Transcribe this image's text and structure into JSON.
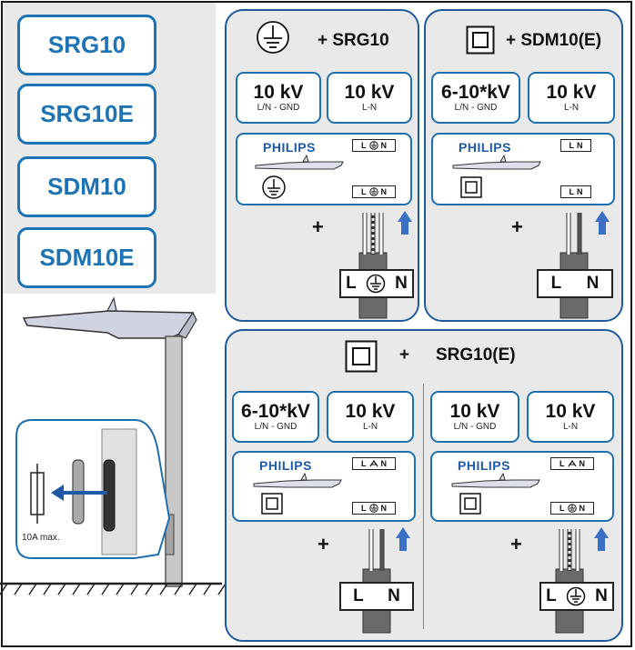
{
  "models": [
    "SRG10",
    "SRG10E",
    "SDM10",
    "SDM10E"
  ],
  "fuse_label": "10A max.",
  "panel_srg10": {
    "title": "+ SRG10",
    "box1": {
      "kv": "10 kV",
      "sub": "L/N - GND"
    },
    "box2": {
      "kv": "10 kV",
      "sub": "L-N"
    },
    "brand": "PHILIPS",
    "label_top": [
      "L",
      "N"
    ],
    "label_bottom": [
      "L",
      "N"
    ],
    "plus": "+",
    "connector": [
      "L",
      "N"
    ]
  },
  "panel_sdm10": {
    "title": "+ SDM10(E)",
    "box1": {
      "kv": "6-10*kV",
      "sub": "L/N - GND"
    },
    "box2": {
      "kv": "10 kV",
      "sub": "L-N"
    },
    "brand": "PHILIPS",
    "label_top": [
      "L",
      "N"
    ],
    "label_bottom": [
      "L",
      "N"
    ],
    "plus": "+",
    "connector": [
      "L",
      "N"
    ]
  },
  "panel_srg10e": {
    "plus_sign": "+",
    "title": "SRG10(E)",
    "left": {
      "box1": {
        "kv": "6-10*kV",
        "sub": "L/N - GND"
      },
      "box2": {
        "kv": "10 kV",
        "sub": "L-N"
      },
      "brand": "PHILIPS",
      "label_top": [
        "L",
        "N"
      ],
      "label_bottom": [
        "L",
        "N"
      ],
      "plus": "+",
      "connector": [
        "L",
        "N"
      ]
    },
    "right": {
      "box1": {
        "kv": "10 kV",
        "sub": "L/N - GND"
      },
      "box2": {
        "kv": "10 kV",
        "sub": "L-N"
      },
      "brand": "PHILIPS",
      "label_top": [
        "L",
        "N"
      ],
      "label_bottom": [
        "L",
        "N"
      ],
      "plus": "+",
      "connector": [
        "L",
        "N"
      ]
    }
  },
  "colors": {
    "accent": "#1e73b5",
    "panel_border": "#1e5a9c",
    "panel_bg": "#e9e9ea",
    "arrow": "#3a6fc4"
  }
}
